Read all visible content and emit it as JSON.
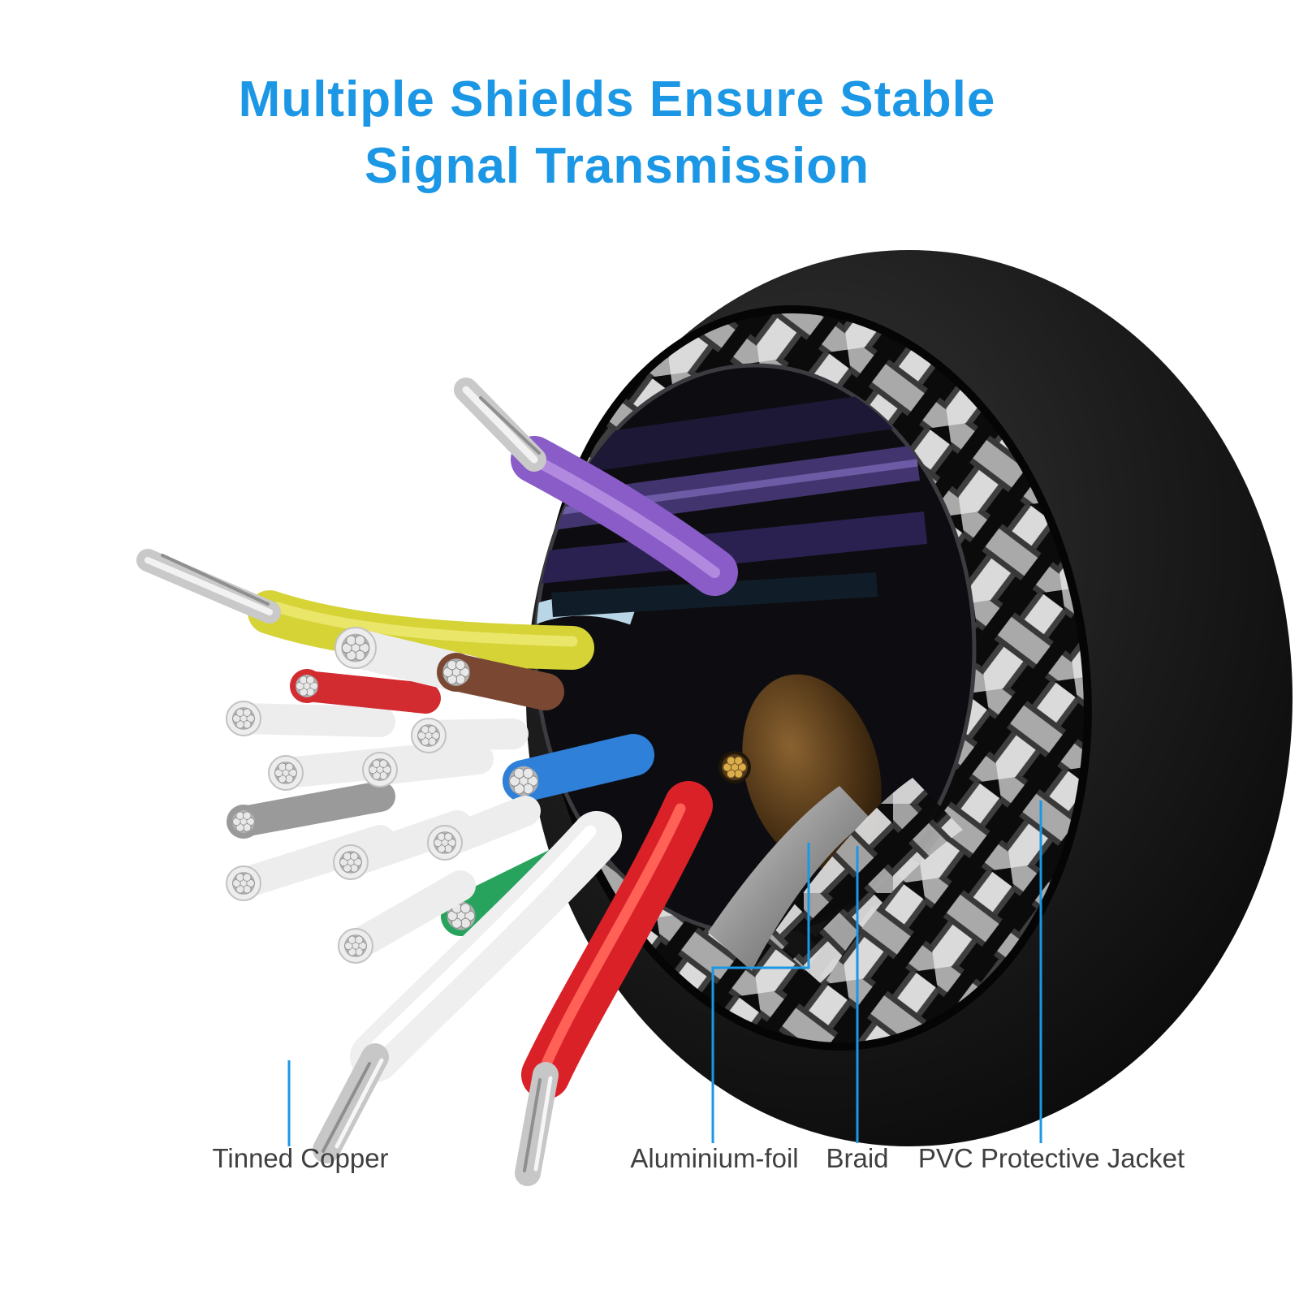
{
  "title": {
    "line1": "Multiple Shields Ensure Stable",
    "line2": "Signal Transmission"
  },
  "callouts": [
    {
      "label": "Tinned Copper",
      "target": "stranded tinned-copper conductor tip"
    },
    {
      "label": "Aluminium-foil",
      "target": "foil shield layer inside braid"
    },
    {
      "label": "Braid",
      "target": "woven metal braid shield"
    },
    {
      "label": "PVC Protective Jacket",
      "target": "outer black cable jacket"
    }
  ],
  "colors": {
    "accent_blue": "#1b97e5",
    "label_text": "#3f3f3f",
    "jacket_black": "#1c1c1c",
    "braid_silver": "#dadada",
    "foil_gray": "#8f8f8f",
    "wire_purple": "#8a5cc8",
    "wire_yellow": "#d5d335",
    "wire_red": "#da2128",
    "wire_white": "#efefef",
    "wire_blue": "#2f80d8",
    "wire_green": "#28a35e",
    "wire_brown": "#7a4832",
    "wire_gray": "#9a9a9a",
    "tinned_copper_silver": "#c7c7c7",
    "drain_copper": "#d9ad4a"
  }
}
